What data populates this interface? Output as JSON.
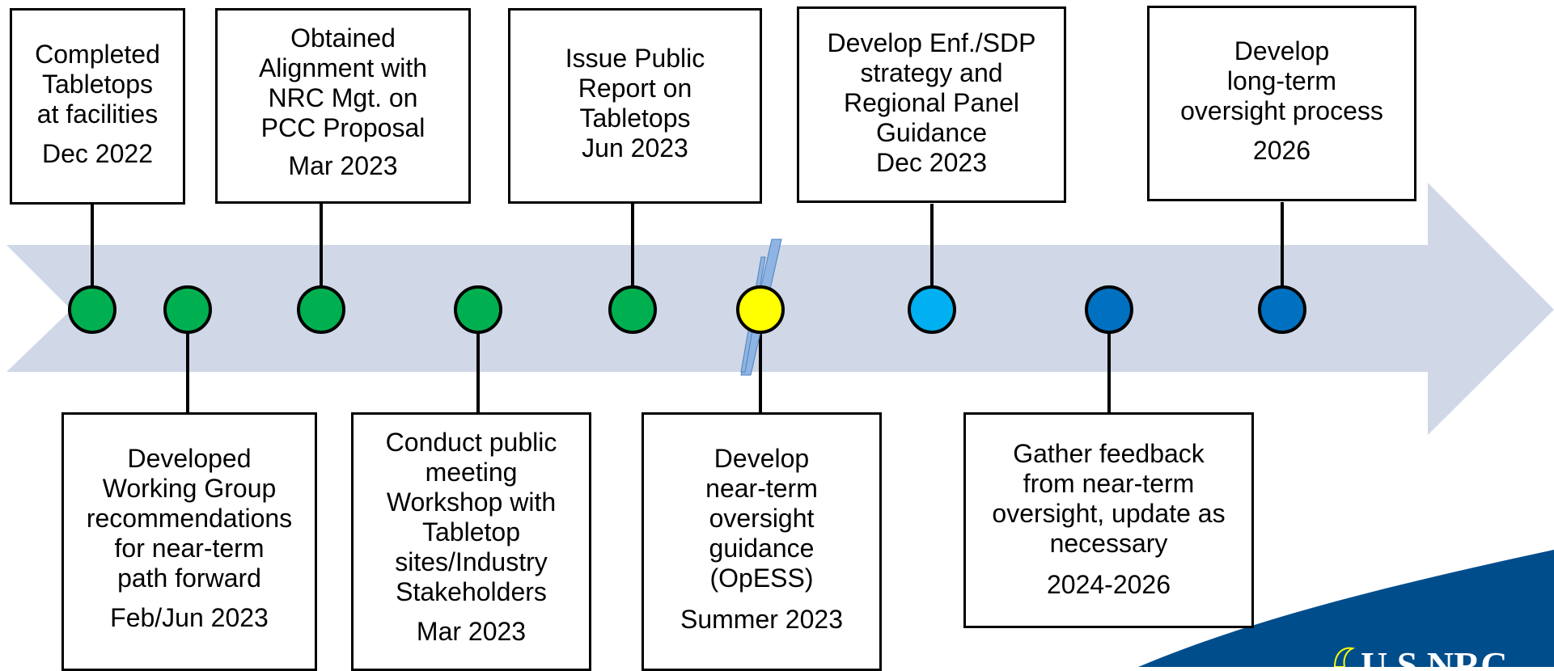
{
  "colors": {
    "arrow": "#D0D7E7",
    "completed": "#00B050",
    "current": "#FFFF00",
    "next": "#00B0F0",
    "future": "#0070C0",
    "break_marks": "#8DB4E2",
    "logo_navy": "#004D8C"
  },
  "milestones": [
    {
      "status": "completed",
      "label_lines": [
        "Completed",
        "Tabletops",
        "at facilities"
      ],
      "date": "Dec 2022"
    },
    {
      "status": "completed",
      "label_lines": [
        "Developed",
        "Working Group",
        "recommendations",
        "for near-term",
        "path forward"
      ],
      "date": "Feb/Jun 2023"
    },
    {
      "status": "completed",
      "label_lines": [
        "Obtained",
        "Alignment with",
        "NRC Mgt. on",
        "PCC Proposal"
      ],
      "date": "Mar 2023"
    },
    {
      "status": "completed",
      "label_lines": [
        "Conduct public",
        "meeting",
        "Workshop with",
        "Tabletop",
        "sites/Industry",
        "Stakeholders"
      ],
      "date": "Mar 2023"
    },
    {
      "status": "completed",
      "label_lines": [
        "Issue Public",
        "Report on",
        "Tabletops",
        "Jun 2023"
      ],
      "date": ""
    },
    {
      "status": "current",
      "label_lines": [
        "Develop",
        "near-term",
        "oversight",
        "guidance",
        "(OpESS)"
      ],
      "date": "Summer 2023"
    },
    {
      "status": "next",
      "label_lines": [
        "Develop Enf./SDP",
        "strategy and",
        "Regional Panel",
        "Guidance",
        "Dec 2023"
      ],
      "date": ""
    },
    {
      "status": "future",
      "label_lines": [
        "Gather feedback",
        "from near-term",
        "oversight, update as",
        "necessary"
      ],
      "date": "2024-2026"
    },
    {
      "status": "future",
      "label_lines": [
        "Develop",
        "long-term",
        "oversight process"
      ],
      "date": "2026"
    }
  ],
  "logo_text": "U.S.NRC"
}
